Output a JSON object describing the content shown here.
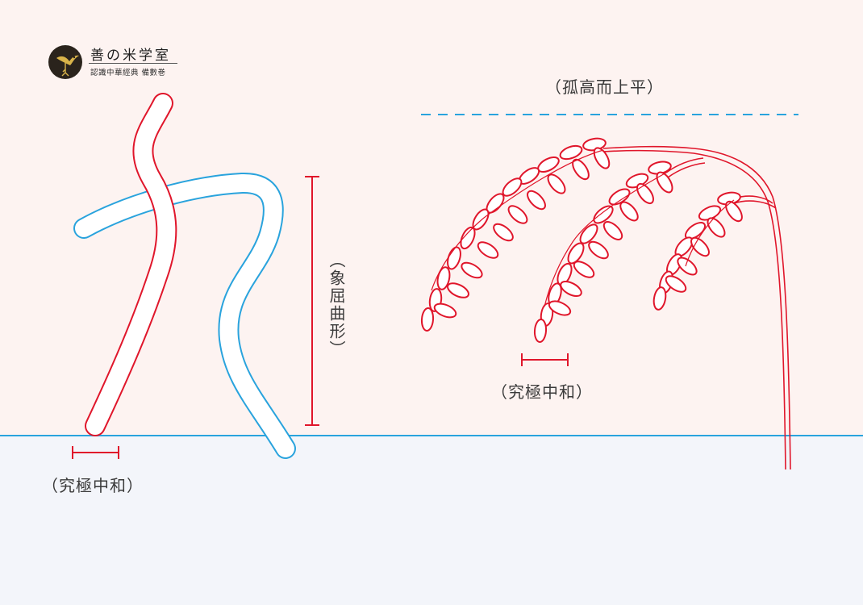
{
  "logo": {
    "title": "善の米学室",
    "subtitle": "認識中華經典 備數巻",
    "icon": "bird-emblem-icon"
  },
  "labels": {
    "top_flat": "（孤高而上平）",
    "curve_vertical": "（象屈曲形）",
    "harmony_left": "（究極中和）",
    "harmony_right": "（究極中和）"
  },
  "colors": {
    "sky": "#fdf3f1",
    "ground": "#f3f5fa",
    "horizon_line": "#29a3dd",
    "red_stroke": "#e0162b",
    "blue_stroke": "#29a3dd",
    "text": "#3a3a3a"
  }
}
